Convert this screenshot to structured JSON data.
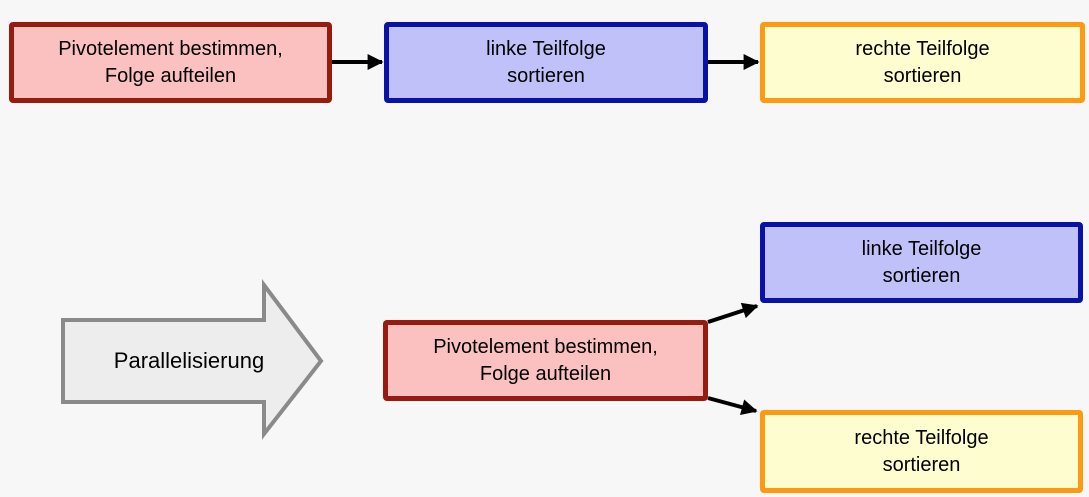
{
  "colors": {
    "background": "#f7f7f7",
    "text": "#000000",
    "connector": "#000000",
    "pivot_fill": "#fbc1c1",
    "pivot_border": "#961c10",
    "left_fill": "#c1c1fa",
    "left_border": "#0912a8",
    "right_fill": "#fdfdcf",
    "right_border": "#fe9a11",
    "block_arrow_fill": "#ededed",
    "block_arrow_border": "#8a8a8a"
  },
  "sequential": {
    "pivot": {
      "line1": "Pivotelement bestimmen,",
      "line2": "Folge aufteilen"
    },
    "left": {
      "line1": "linke Teilfolge",
      "line2": "sortieren"
    },
    "right": {
      "line1": "rechte Teilfolge",
      "line2": "sortieren"
    }
  },
  "parallel": {
    "label": "Parallelisierung",
    "pivot": {
      "line1": "Pivotelement bestimmen,",
      "line2": "Folge aufteilen"
    },
    "left": {
      "line1": "linke Teilfolge",
      "line2": "sortieren"
    },
    "right": {
      "line1": "rechte Teilfolge",
      "line2": "sortieren"
    }
  }
}
